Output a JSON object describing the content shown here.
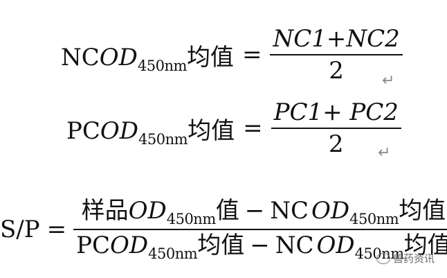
{
  "eq1": {
    "lhs_prefix": "NC",
    "lhs_var": "OD",
    "lhs_sub": "450nm",
    "lhs_word": "均值",
    "eq": "=",
    "numerator": "NC1+NC2",
    "denominator": "2"
  },
  "eq2": {
    "lhs_prefix": "PC",
    "lhs_var": "OD",
    "lhs_sub": "450nm",
    "lhs_word": "均值",
    "eq": "=",
    "numerator": "PC1+ PC2",
    "denominator": "2"
  },
  "eq3": {
    "lhs": "S/P",
    "eq": "=",
    "num": {
      "word1": "样品",
      "var1": "OD",
      "sub1": "450nm",
      "word2": "值",
      "minus": "−",
      "prefix": "NC",
      "var2": "OD",
      "sub2": "450nm",
      "word3": "均值"
    },
    "den": {
      "prefix1": "PC",
      "var1": "OD",
      "sub1": "450nm",
      "word1": "均值",
      "minus": "−",
      "prefix2": "NC",
      "var2": "OD",
      "sub2": "450nm",
      "word2": "均值"
    }
  },
  "return_mark": "↵",
  "watermark": {
    "icon": "wechat-icon",
    "text": "兽药资讯"
  }
}
